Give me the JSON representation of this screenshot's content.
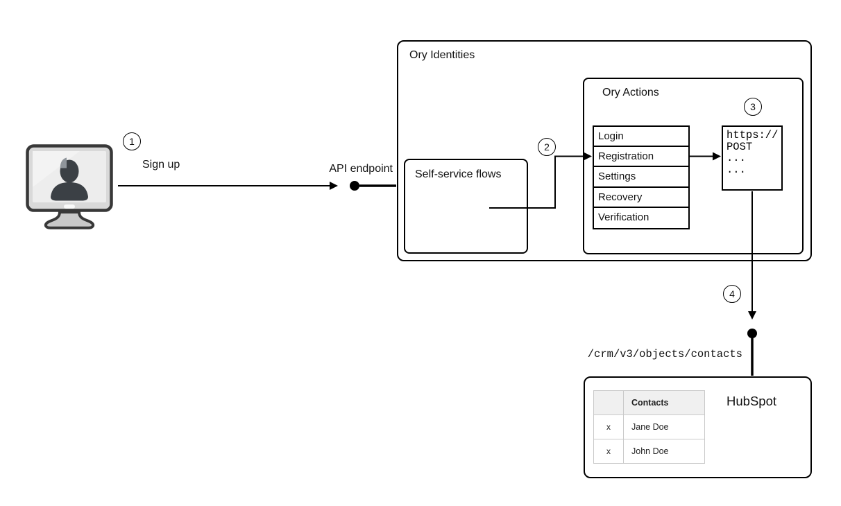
{
  "badges": [
    "1",
    "2",
    "3",
    "4"
  ],
  "labels": {
    "sign_up": "Sign up",
    "api_endpoint": "API endpoint",
    "crm_path": "/crm/v3/objects/contacts"
  },
  "ory_identities": {
    "title": "Ory Identities"
  },
  "self_service": {
    "title": "Self-service flows"
  },
  "ory_actions": {
    "title": "Ory Actions",
    "flows": [
      "Login",
      "Registration",
      "Settings",
      "Recovery",
      "Verification"
    ]
  },
  "code_box": {
    "lines": [
      "https://",
      "POST",
      "...",
      "..."
    ]
  },
  "hubspot": {
    "title": "HubSpot",
    "table": {
      "headers": [
        "",
        "Contacts"
      ],
      "rows": [
        [
          "x",
          "Jane Doe"
        ],
        [
          "x",
          "John Doe"
        ]
      ]
    }
  },
  "icons": {
    "user_terminal": "user-computer-icon",
    "endpoint_dot": "endpoint-dot-icon",
    "arrow": "arrow-icon"
  },
  "colors": {
    "line": "#000000",
    "box_border": "#000000",
    "table_border": "#c9c9c9",
    "table_header_bg": "#f0f0f0",
    "monitor_body": "#d9d9d9",
    "monitor_screen": "#ededed",
    "silhouette": "#3b4045"
  }
}
